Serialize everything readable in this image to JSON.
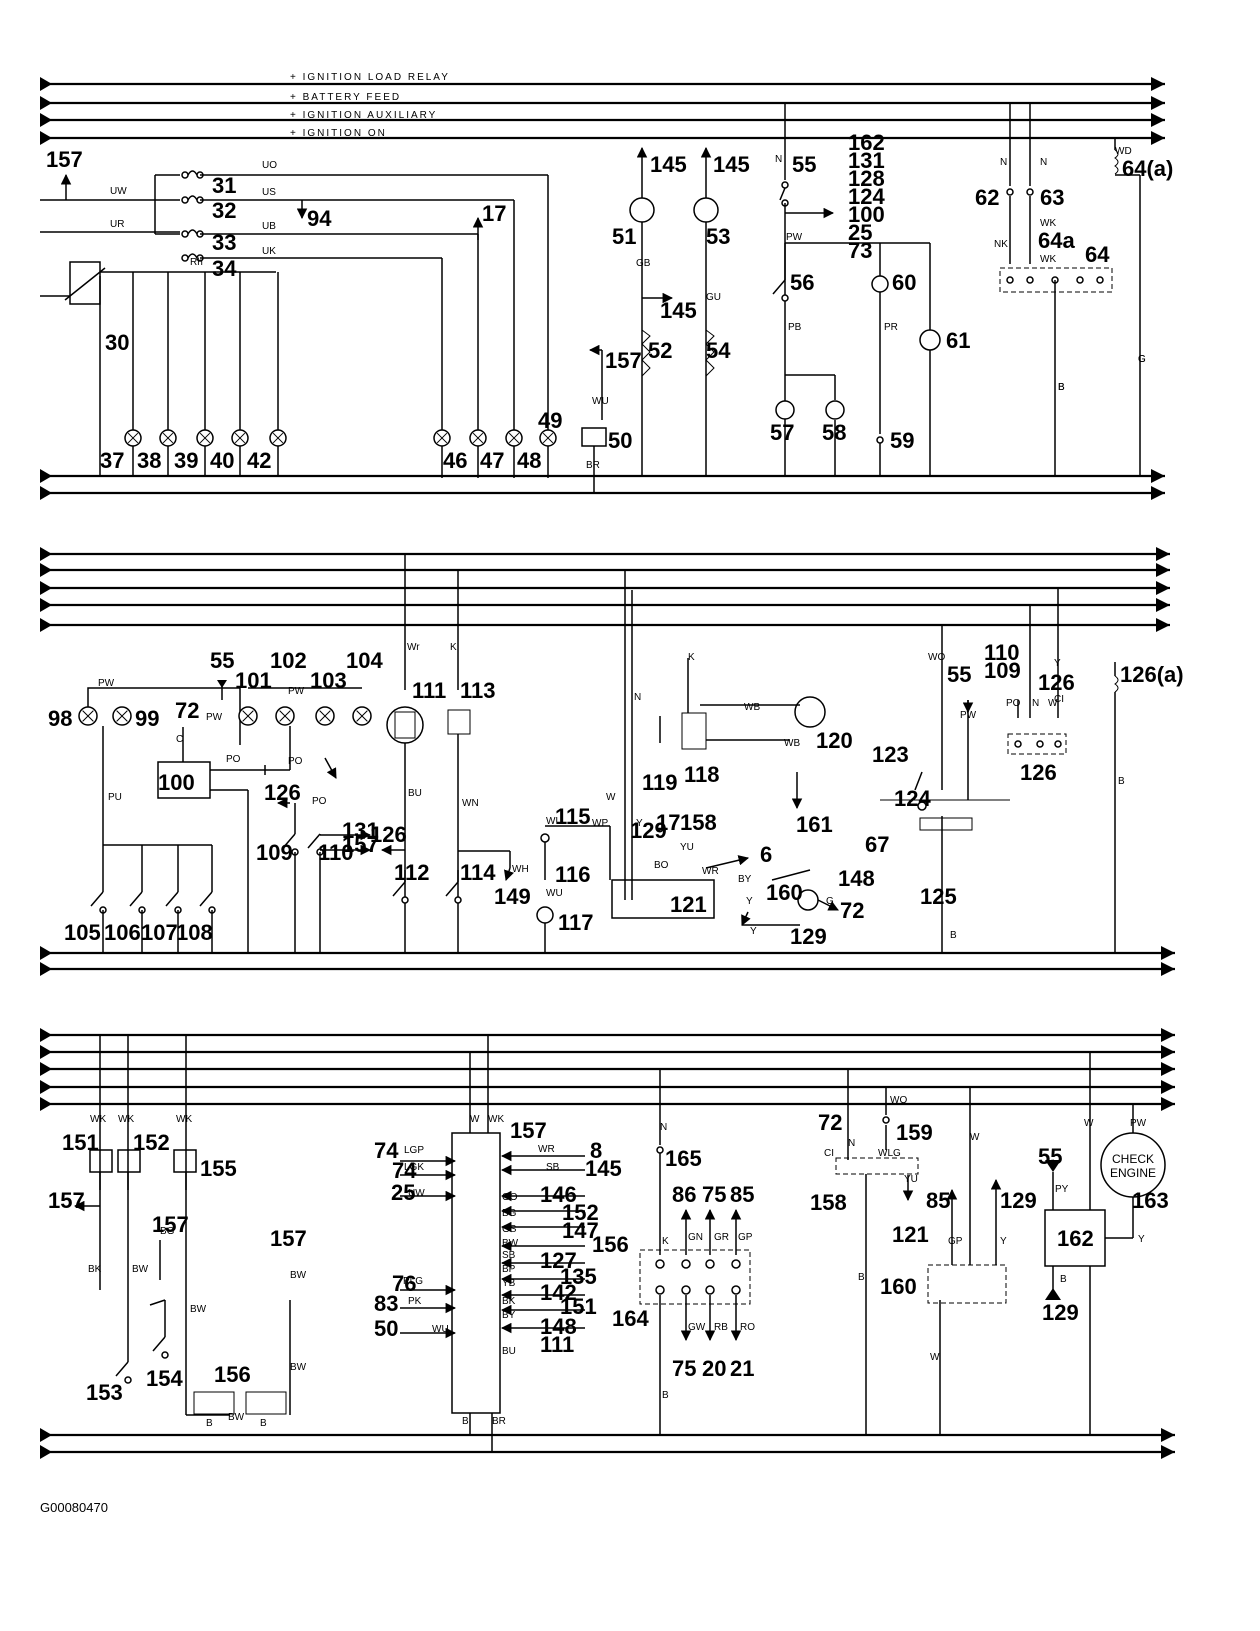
{
  "buses": [
    "+ IGNITION LOAD RELAY",
    "+ BATTERY FEED",
    "+ IGNITION AUXILIARY",
    "+ IGNITION ON"
  ],
  "lamp_text": {
    "line1": "CHECK",
    "line2": "ENGINE"
  },
  "figure_code": "G00080470",
  "labels": [
    "157",
    "31",
    "32",
    "33",
    "34",
    "94",
    "17",
    "30",
    "37",
    "38",
    "39",
    "40",
    "42",
    "46",
    "47",
    "48",
    "49",
    "50",
    "51",
    "52",
    "53",
    "54",
    "145",
    "145",
    "145",
    "157",
    "55",
    "56",
    "57",
    "58",
    "59",
    "60",
    "61",
    "162",
    "131",
    "128",
    "124",
    "100",
    "25",
    "73",
    "62",
    "63",
    "64a",
    "64",
    "64(a)",
    "98",
    "99",
    "72",
    "55",
    "101",
    "102",
    "103",
    "104",
    "100",
    "131",
    "126",
    "126",
    "157",
    "109",
    "110",
    "105",
    "106",
    "107",
    "108",
    "111",
    "113",
    "112",
    "114",
    "149",
    "115",
    "116",
    "117",
    "119",
    "118",
    "120",
    "161",
    "129",
    "17",
    "158",
    "6",
    "121",
    "160",
    "148",
    "72",
    "129",
    "123",
    "55",
    "124",
    "67",
    "125",
    "110",
    "109",
    "126",
    "126(a)",
    "126",
    "151",
    "152",
    "155",
    "157",
    "157",
    "157",
    "153",
    "154",
    "156",
    "157",
    "74",
    "74",
    "25",
    "76",
    "83",
    "50",
    "8",
    "145",
    "146",
    "152",
    "147",
    "156",
    "127",
    "135",
    "142",
    "151",
    "148",
    "111",
    "165",
    "86",
    "75",
    "85",
    "164",
    "75",
    "20",
    "21",
    "72",
    "159",
    "158",
    "121",
    "85",
    "129",
    "160",
    "55",
    "163",
    "162",
    "129"
  ],
  "wire_codes": [
    "UO",
    "UW",
    "US",
    "UR",
    "UB",
    "UK",
    "Rh",
    "GB",
    "GU",
    "WU",
    "BR",
    "N",
    "PW",
    "PB",
    "PR",
    "G",
    "B",
    "N",
    "N",
    "WK",
    "NK",
    "WK",
    "WD",
    "G",
    "B",
    "PW",
    "PW",
    "PW",
    "C",
    "PO",
    "PO",
    "PO",
    "PU",
    "Wr",
    "K",
    "BU",
    "WN",
    "WH",
    "W",
    "N",
    "K",
    "WB",
    "WB",
    "WP",
    "WU",
    "WU",
    "Y",
    "BO",
    "YU",
    "WR",
    "BY",
    "Y",
    "Y",
    "G",
    "WO",
    "PW",
    "PO",
    "N",
    "W",
    "Y",
    "CI",
    "B",
    "B",
    "WK",
    "WK",
    "WK",
    "BK",
    "BW",
    "BG",
    "BW",
    "BW",
    "BW",
    "BW",
    "B",
    "B",
    "W",
    "WK",
    "LGP",
    "LGK",
    "UW",
    "PLG",
    "PK",
    "WU",
    "WR",
    "SB",
    "GO",
    "BG",
    "GS",
    "BW",
    "SB",
    "BP",
    "YB",
    "BK",
    "BY",
    "BU",
    "B",
    "BR",
    "N",
    "K",
    "GN",
    "GR",
    "GP",
    "GW",
    "RB",
    "RO",
    "B",
    "CI",
    "N",
    "WO",
    "WLG",
    "YU",
    "W",
    "GP",
    "Y",
    "B",
    "W",
    "W",
    "PW",
    "PY",
    "Y",
    "B"
  ]
}
